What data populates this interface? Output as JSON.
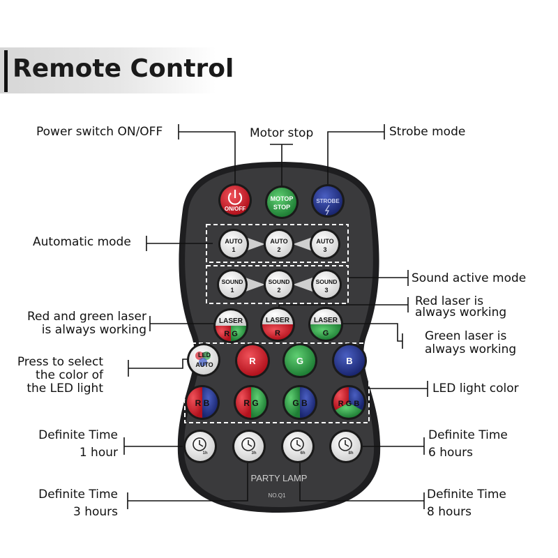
{
  "title": "Remote Control",
  "remote": {
    "name": "PARTY LAMP",
    "model": "NO.Q1",
    "buttons": {
      "power": "ON/OFF",
      "motor_1": "MOTOP",
      "motor_2": "STOP",
      "strobe": "STROBE",
      "auto": "AUTO",
      "sound": "SOUND",
      "num1": "1",
      "num2": "2",
      "num3": "3",
      "laser": "LASER",
      "rg": "R G",
      "r": "R",
      "g": "G",
      "led": "LED",
      "led_auto": "AUTO",
      "b": "B",
      "rb": "R B",
      "gb": "G B",
      "rgb": "R G B",
      "t1": "1h",
      "t3": "3h",
      "t6": "6h",
      "t8": "8h"
    }
  },
  "labels": {
    "power": "Power switch ON/OFF",
    "motor": "Motor stop",
    "strobe": "Strobe mode",
    "auto": "Automatic mode",
    "sound": "Sound active mode",
    "red_laser_1": "Red  laser is",
    "red_laser_2": "always working",
    "rg_laser_1": "Red and green laser",
    "rg_laser_2": "is always working",
    "green_laser_1": "Green laser is",
    "green_laser_2": "always working",
    "press_1": "Press to select",
    "press_2": "the color of",
    "press_3": "the LED light",
    "led_color": "LED light color",
    "def_time": "Definite Time",
    "h1": "1 hour",
    "h3": "3 hours",
    "h6": "6 hours",
    "h8": "8 hours"
  },
  "colors": {
    "remote_body": "#3a3a3c",
    "red": "#d9232f",
    "green": "#2ea348",
    "blue": "#24358f"
  }
}
